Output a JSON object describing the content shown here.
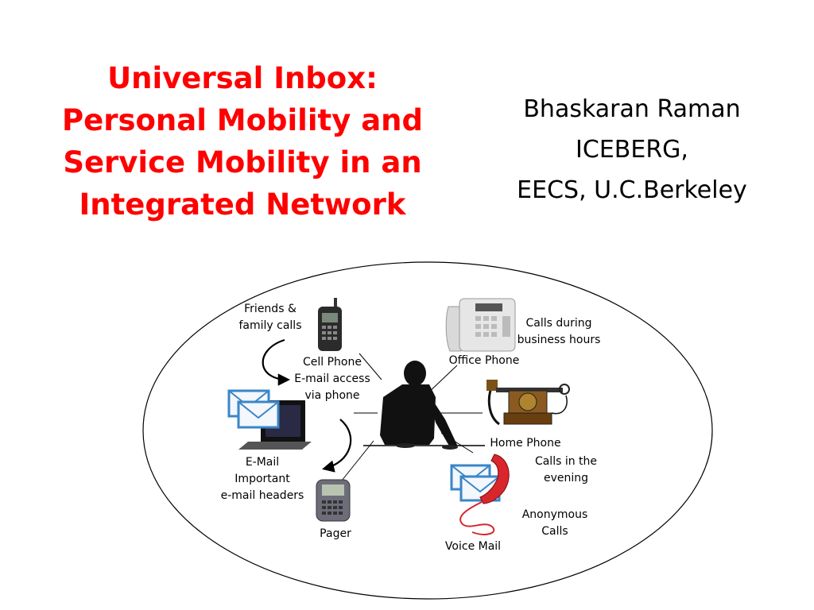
{
  "title": {
    "lines": [
      "Universal Inbox:",
      "Personal Mobility and",
      "Service Mobility in an",
      "Integrated Network"
    ]
  },
  "author": {
    "name": "Bhaskaran Raman",
    "group": "ICEBERG,",
    "dept": "EECS, U.C.Berkeley"
  },
  "diagram": {
    "friends_label": [
      "Friends &",
      "family calls"
    ],
    "cell_label": [
      "Cell Phone",
      "E-mail access",
      "via phone"
    ],
    "office_label": "Office Phone",
    "business_label": [
      "Calls during",
      "business hours"
    ],
    "home_label": "Home Phone",
    "evening_label": [
      "Calls in the",
      "evening"
    ],
    "email_label": [
      "E-Mail",
      "Important",
      "e-mail headers"
    ],
    "pager_label": "Pager",
    "anon_label": [
      "Anonymous",
      "Calls"
    ],
    "voicemail_label": "Voice Mail"
  },
  "colors": {
    "title": "#ff0000",
    "text": "#000000",
    "envelope": "#3a86c8",
    "red_phone": "#d8262c"
  }
}
